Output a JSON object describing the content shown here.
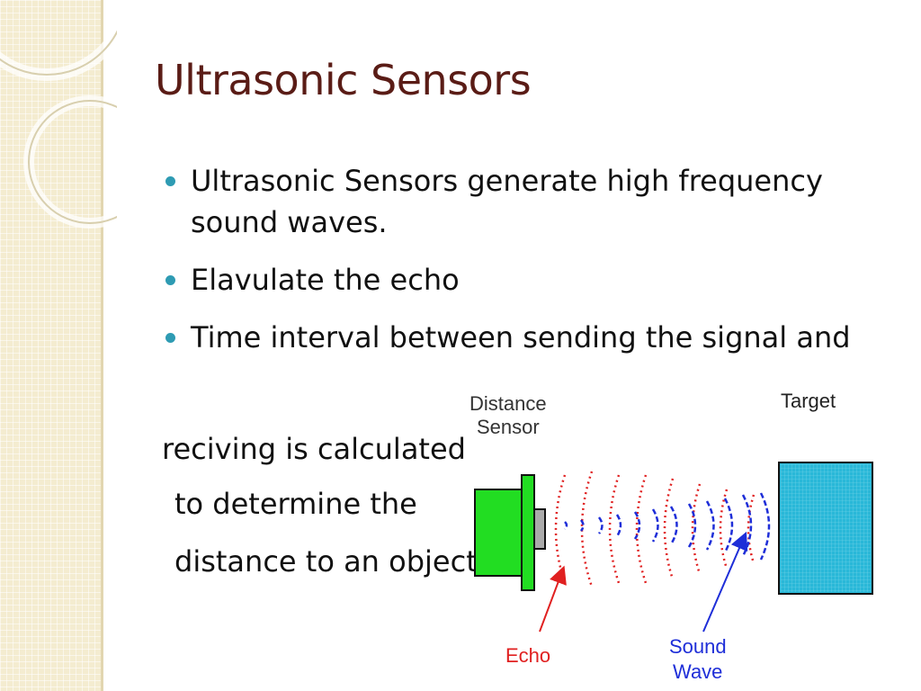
{
  "slide": {
    "title": "Ultrasonic Sensors",
    "bullets": [
      "Ultrasonic Sensors generate high frequency sound waves.",
      "Elavulate the echo",
      "Time interval between sending the signal and"
    ],
    "continuation_lines": [
      "reciving is calculated",
      "to determine the",
      "distance to an object."
    ],
    "accent_color": "#2e9bb3",
    "title_color": "#5a1c16"
  },
  "diagram": {
    "sensor_label_line1": "Distance",
    "sensor_label_line2": "Sensor",
    "target_label": "Target",
    "echo_label": "Echo",
    "wave_label_line1": "Sound",
    "wave_label_line2": "Wave",
    "sensor_color": "#22dd22",
    "target_color": "#29b8d8",
    "echo_color": "#e02020",
    "wave_color": "#1e2ed8"
  }
}
